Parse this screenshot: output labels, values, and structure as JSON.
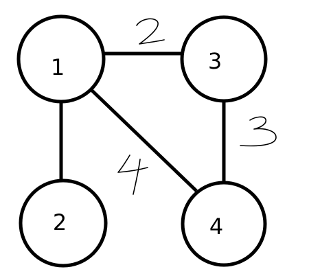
{
  "graph": {
    "nodes": [
      {
        "id": "1",
        "label": "1"
      },
      {
        "id": "2",
        "label": "2"
      },
      {
        "id": "3",
        "label": "3"
      },
      {
        "id": "4",
        "label": "4"
      }
    ],
    "edges": [
      {
        "from": "1",
        "to": "3",
        "weight": "2"
      },
      {
        "from": "1",
        "to": "2",
        "weight": ""
      },
      {
        "from": "1",
        "to": "4",
        "weight": "4"
      },
      {
        "from": "3",
        "to": "4",
        "weight": "3"
      }
    ]
  },
  "colors": {
    "stroke": "#000000",
    "background": "#ffffff"
  }
}
